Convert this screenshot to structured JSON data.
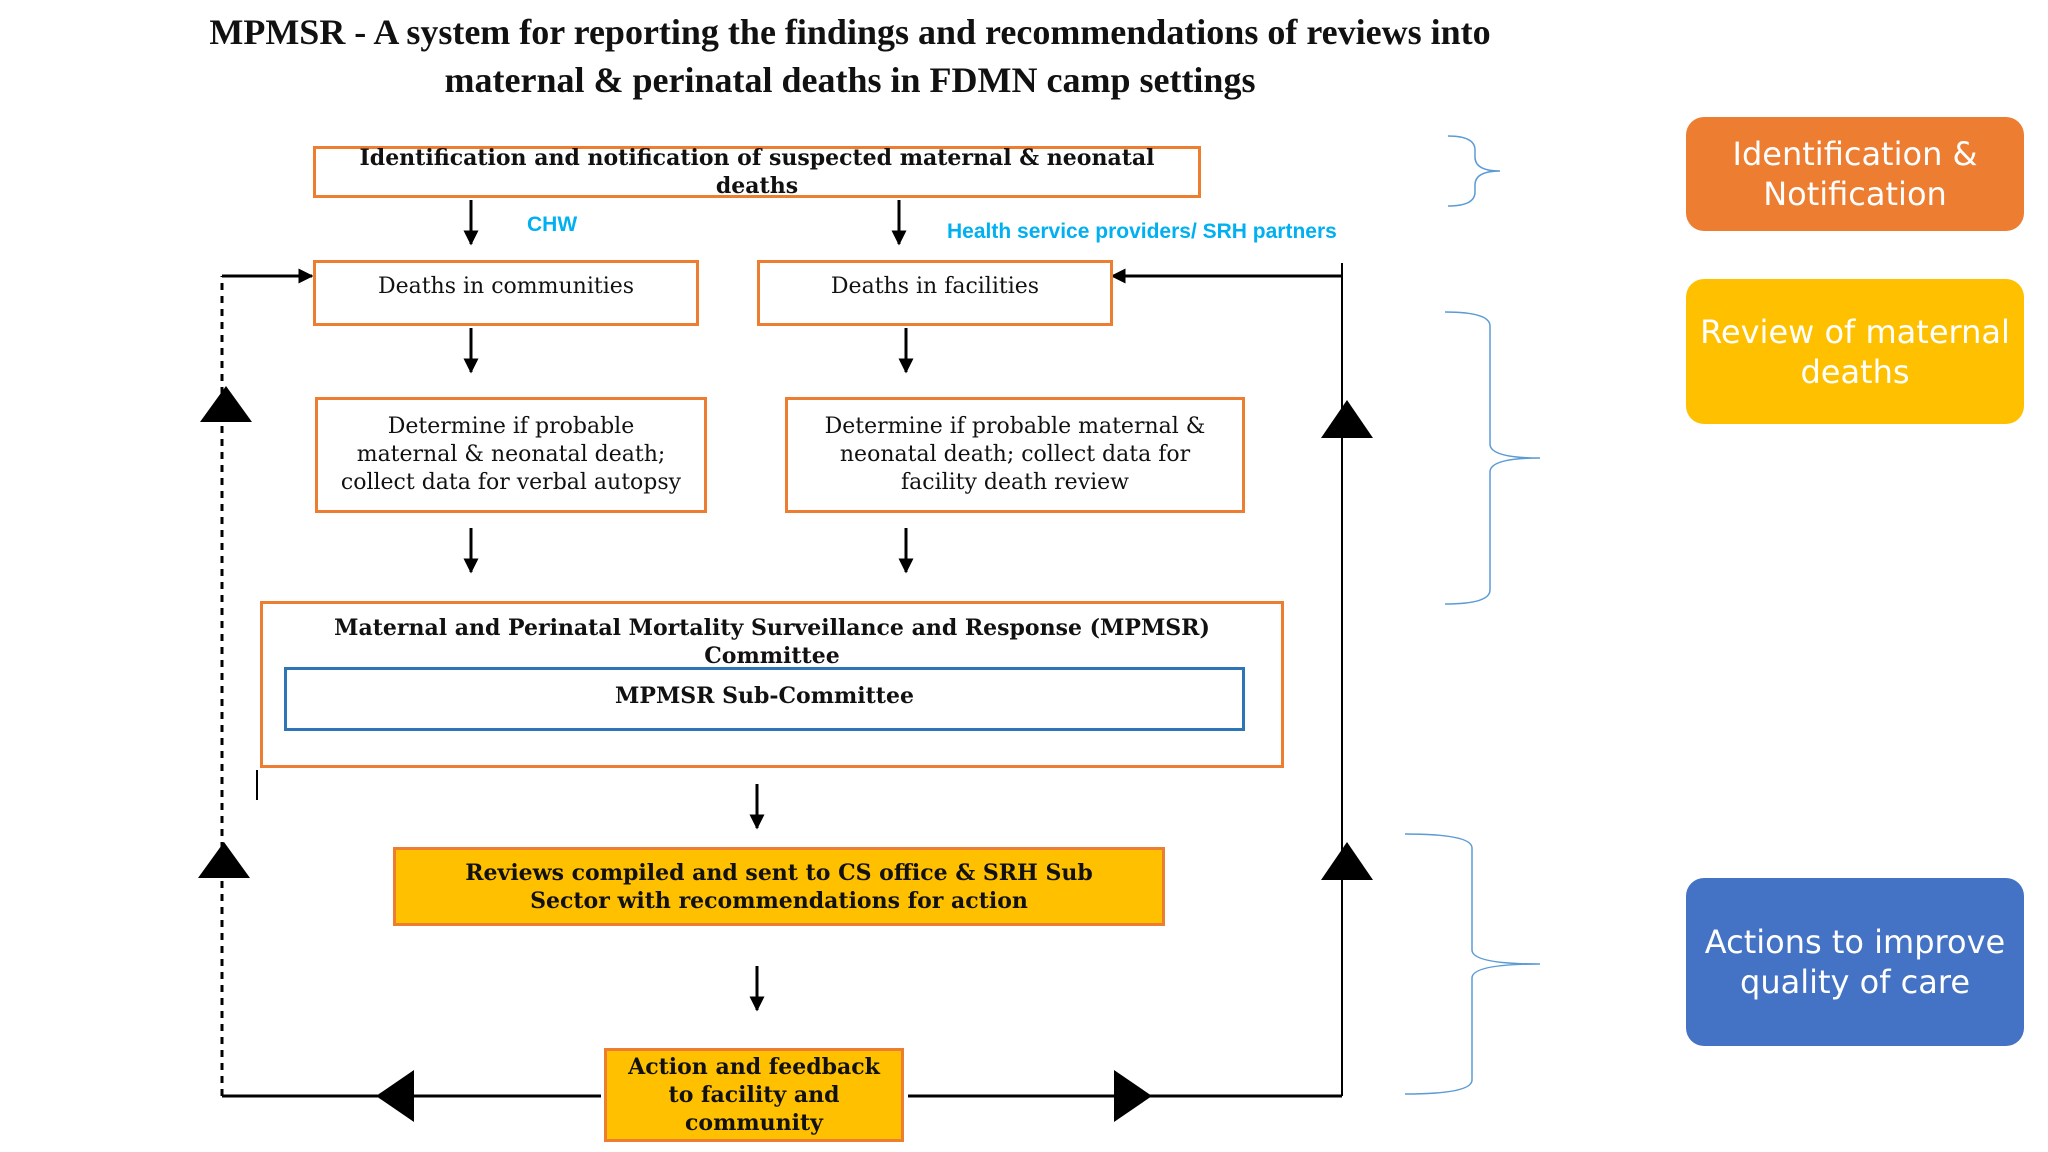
{
  "title": {
    "line1": "MPMSR - A system for reporting the findings and recommendations of reviews into",
    "line2": "maternal & perinatal deaths in FDMN camp settings"
  },
  "boxes": {
    "identification": "Identification and notification of suspected maternal & neonatal deaths",
    "deaths_communities": "Deaths in communities",
    "deaths_facilities": "Deaths in facilities",
    "determine_verbal": "Determine if probable maternal & neonatal death; collect data for verbal autopsy",
    "determine_facility": "Determine if probable maternal & neonatal death; collect data for facility death review",
    "committee": "Maternal and Perinatal Mortality Surveillance and Response (MPMSR) Committee",
    "subcommittee": "MPMSR Sub-Committee",
    "reviews": "Reviews compiled and sent to CS office & SRH Sub Sector with recommendations for action",
    "action": "Action and feedback to facility and community"
  },
  "sources": {
    "chw": "CHW",
    "providers": "Health service providers/ SRH partners"
  },
  "phases": [
    {
      "label": "Identification & Notification",
      "color": "#ED7D31"
    },
    {
      "label": "Review of maternal deaths",
      "color": "#FFC000"
    },
    {
      "label": "Actions to improve quality of care",
      "color": "#4472C4"
    }
  ],
  "colors": {
    "box_border": "#ED7D31",
    "sub_border": "#2E75B6",
    "highlight_fill": "#FFC000",
    "source_text": "#00B0F0",
    "brace": "#5B9BD5"
  }
}
